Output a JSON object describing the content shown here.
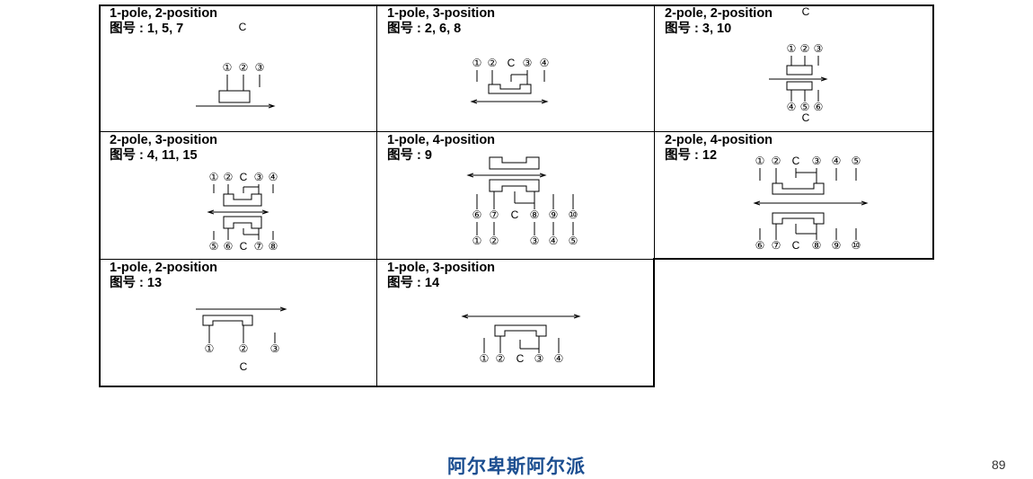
{
  "cells": [
    {
      "title": "1-pole, 2-position",
      "figure": "图号 : 1, 5, 7",
      "labels": [
        "C",
        "①",
        "②",
        "③"
      ]
    },
    {
      "title": "1-pole, 3-position",
      "figure": "图号 : 2, 6, 8",
      "labels": [
        "①",
        "②",
        "C",
        "③",
        "④"
      ]
    },
    {
      "title": "2-pole, 2-position",
      "figure": "图号 : 3, 10",
      "labels": [
        "C",
        "①",
        "②",
        "③",
        "④",
        "⑤",
        "⑥",
        "C"
      ]
    },
    {
      "title": "2-pole, 3-position",
      "figure": "图号 :  4, 11, 15",
      "labels": [
        "①",
        "②",
        "C",
        "③",
        "④",
        "⑤",
        "⑥",
        "C",
        "⑦",
        "⑧"
      ]
    },
    {
      "title": "1-pole, 4-position",
      "figure": "图号 : 9",
      "labels": [
        "⑥",
        "⑦",
        "C",
        "⑧",
        "⑨",
        "⑩",
        "①",
        "②",
        "③",
        "④",
        "⑤"
      ]
    },
    {
      "title": "2-pole, 4-position",
      "figure": "图号 : 12",
      "labels": [
        "①",
        "②",
        "C",
        "③",
        "④",
        "⑤",
        "⑥",
        "⑦",
        "C",
        "⑧",
        "⑨",
        "⑩"
      ]
    },
    {
      "title": "1-pole, 2-position",
      "figure": "图号 : 13",
      "labels": [
        "①",
        "②",
        "③",
        "C"
      ]
    },
    {
      "title": "1-pole, 3-position",
      "figure": "图号 : 14",
      "labels": [
        "①",
        "②",
        "C",
        "③",
        "④"
      ]
    }
  ],
  "footer": {
    "brand": "阿尔卑斯阿尔派",
    "page": "89"
  },
  "colors": {
    "brand": "#1d4f91"
  }
}
